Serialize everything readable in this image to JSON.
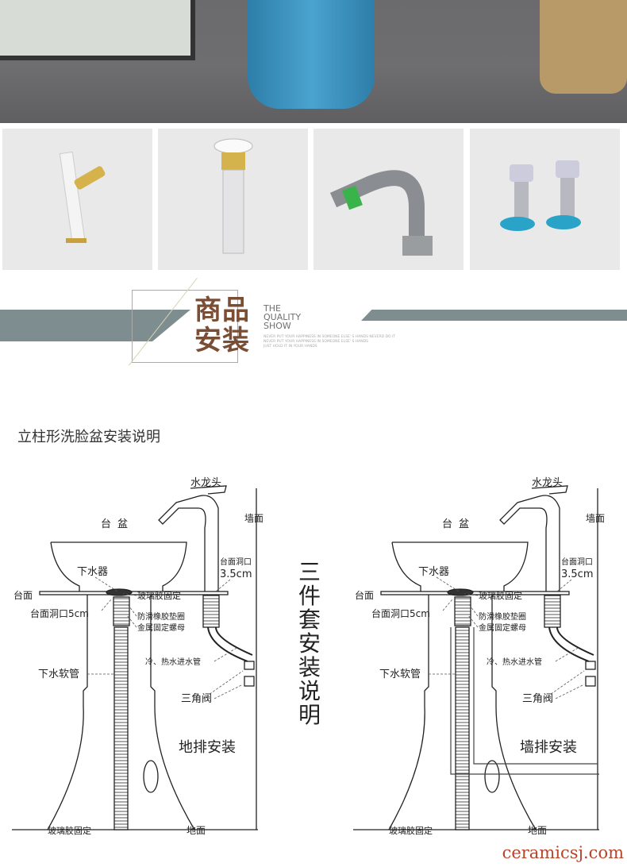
{
  "banner": {
    "title_line1": "商品",
    "title_line2": "安装",
    "en_line1": "THE",
    "en_line2": "QUALITY",
    "en_line3": "SHOW",
    "tagline": [
      "NEVER PUT YOUR HAPPINESS IN SOMEONE ELSE' S HANDS NEVERD DO IT",
      "NEVER PUT YOUR HAPPINESS IN SOMEONE ELSE' S HANDS",
      "JUST HOLD IT IN YOUR HANDS"
    ]
  },
  "accessories": [
    {
      "icon": "faucet-icon"
    },
    {
      "icon": "pop-up-drain-icon"
    },
    {
      "icon": "drain-hose-icon"
    },
    {
      "icon": "angle-valve-icon"
    }
  ],
  "section_title": "立柱形洗脸盆安装说明",
  "center_title": "三件套安装说明",
  "labels": {
    "faucet": "水龙头",
    "wall": "墙面",
    "basin": "台盆",
    "drain": "下水器",
    "counter": "台面",
    "glue": "玻璃胶固定",
    "counter_hole_5": "台面洞口5cm",
    "washer": "防滑橡胶垫圈",
    "nut": "金属固定螺母",
    "counter_hole": "台面洞口",
    "size_35": "3.5cm",
    "water_pipe": "冷、热水进水管",
    "drain_hose": "下水软管",
    "angle_valve": "三角阀",
    "glue_bottom": "玻璃胶固定",
    "floor": "地面"
  },
  "left_caption": "地排安装",
  "right_caption": "墙排安装",
  "watermark": "ceramicsj.com",
  "colors": {
    "banner_gray": "#7e8d8f",
    "title_brown": "#7a4e35",
    "watermark": "#b5452b"
  }
}
